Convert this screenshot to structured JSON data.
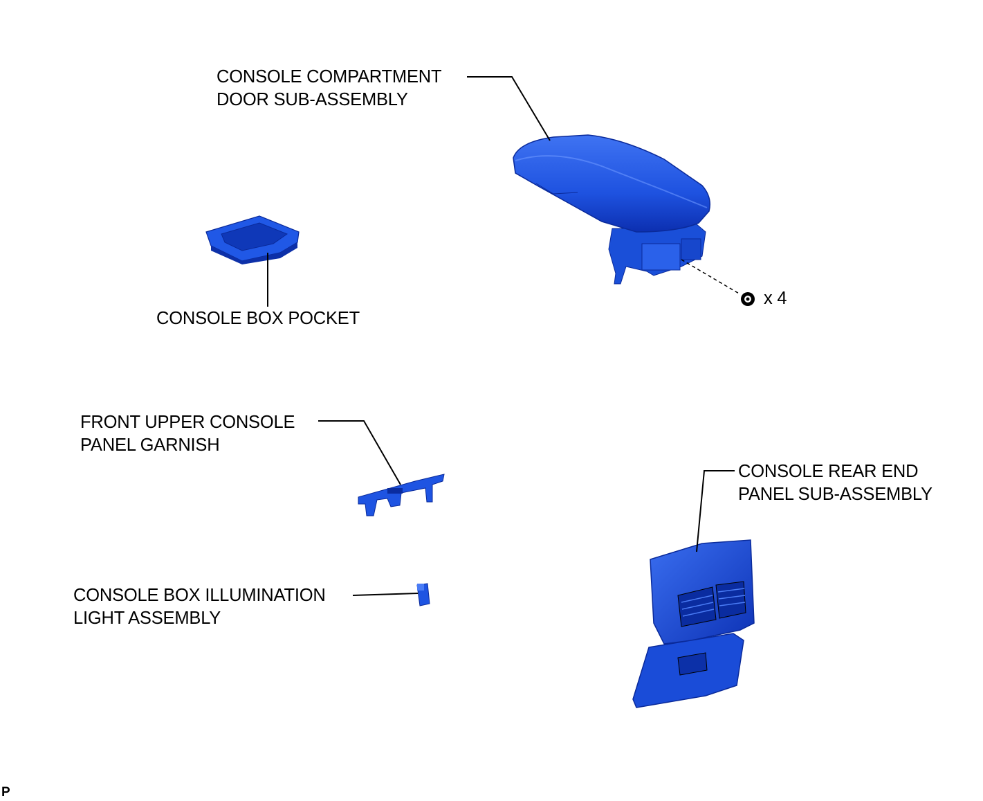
{
  "labels": {
    "compartment_door": [
      "CONSOLE COMPARTMENT",
      "DOOR SUB-ASSEMBLY"
    ],
    "box_pocket": [
      "CONSOLE BOX POCKET"
    ],
    "upper_garnish": [
      "FRONT UPPER CONSOLE",
      "PANEL GARNISH"
    ],
    "rear_end_panel": [
      "CONSOLE REAR END",
      "PANEL SUB-ASSEMBLY"
    ],
    "illumination_light": [
      "CONSOLE BOX ILLUMINATION",
      "LIGHT ASSEMBLY"
    ]
  },
  "screw_quantity": "x 4",
  "corner_mark": "P",
  "colors": {
    "part_fill": "#1f55e6",
    "part_dark": "#0a2ca8",
    "part_light": "#4a7cf5",
    "line": "#000000"
  }
}
